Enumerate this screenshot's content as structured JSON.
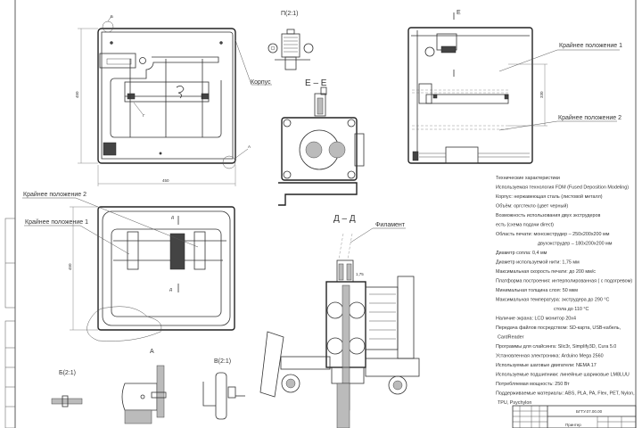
{
  "views": {
    "front": {
      "width_dim": "450",
      "height_dim": "450",
      "label_housing": "Корпус",
      "callout_a": "А",
      "callout_b": "Б",
      "callout_g": "Г"
    },
    "detail_p": {
      "title": "П(2:1)"
    },
    "section_e": {
      "title": "Е – Е"
    },
    "side": {
      "section_mark": "Е",
      "extreme_1": "Крайнее положение 1",
      "extreme_2": "Крайнее положение 2",
      "travel_dim": "330"
    },
    "top": {
      "extreme_2": "Крайнее положение 2",
      "extreme_1": "Крайнее положение 1",
      "height_dim": "450",
      "section_mark": "Д"
    },
    "detail_a": {
      "title": "А"
    },
    "detail_b": {
      "title": "Б(2:1)"
    },
    "detail_v": {
      "title": "В(2:1)"
    },
    "section_d": {
      "title": "Д – Д",
      "filament": "Филамент",
      "dim": "1,75"
    }
  },
  "specs": [
    "Технические характеристики",
    "Используемая технология FDM (Fused Deposition Modeling)",
    "Корпус: нержавеющая сталь (листовой металл)",
    "Объём: оргстекло (цвет черный)",
    "Возможность использования двух экструдеров",
    "есть (схема подачи direct)",
    "Область печати: моноэкструдер – 250х200х200 мм",
    "двухэкструдер – 180х200х200 мм",
    "Диаметр сопла: 0,4 мм",
    "Диаметр используемой нити: 1,75 мм",
    "Максимальная скорость печати: до 200 мм/с",
    "Платформа построения: интерполированная ( с подогревом)",
    "Минимальная толщина слоя: 50 мкм",
    "Максимальная температура: экструдера до 290 °С",
    "стола до 110 °С",
    "Наличие экрана: LCD монитор 20х4",
    "Передача файлов посредством: SD-карта, USB-кабель,",
    "CardReader",
    "Программы для слайсинга: Slic3r, Simplify3D, Cura 5.0",
    "Установленная электроника: Arduino Mega 2560",
    "Используемые шаговые двигатели: NEMA 17",
    "Используемые подшипники: линейные шариковые LM8LUU",
    "Потребляемая мощность: 250 Вт",
    "Поддерживаемые материалы: ABS, PLA, PA, Flex, PET, Nylon,",
    "TPU, Psychylon"
  ],
  "title_block": {
    "code": "БГТУ.07.00.00",
    "name": "Принтер"
  }
}
